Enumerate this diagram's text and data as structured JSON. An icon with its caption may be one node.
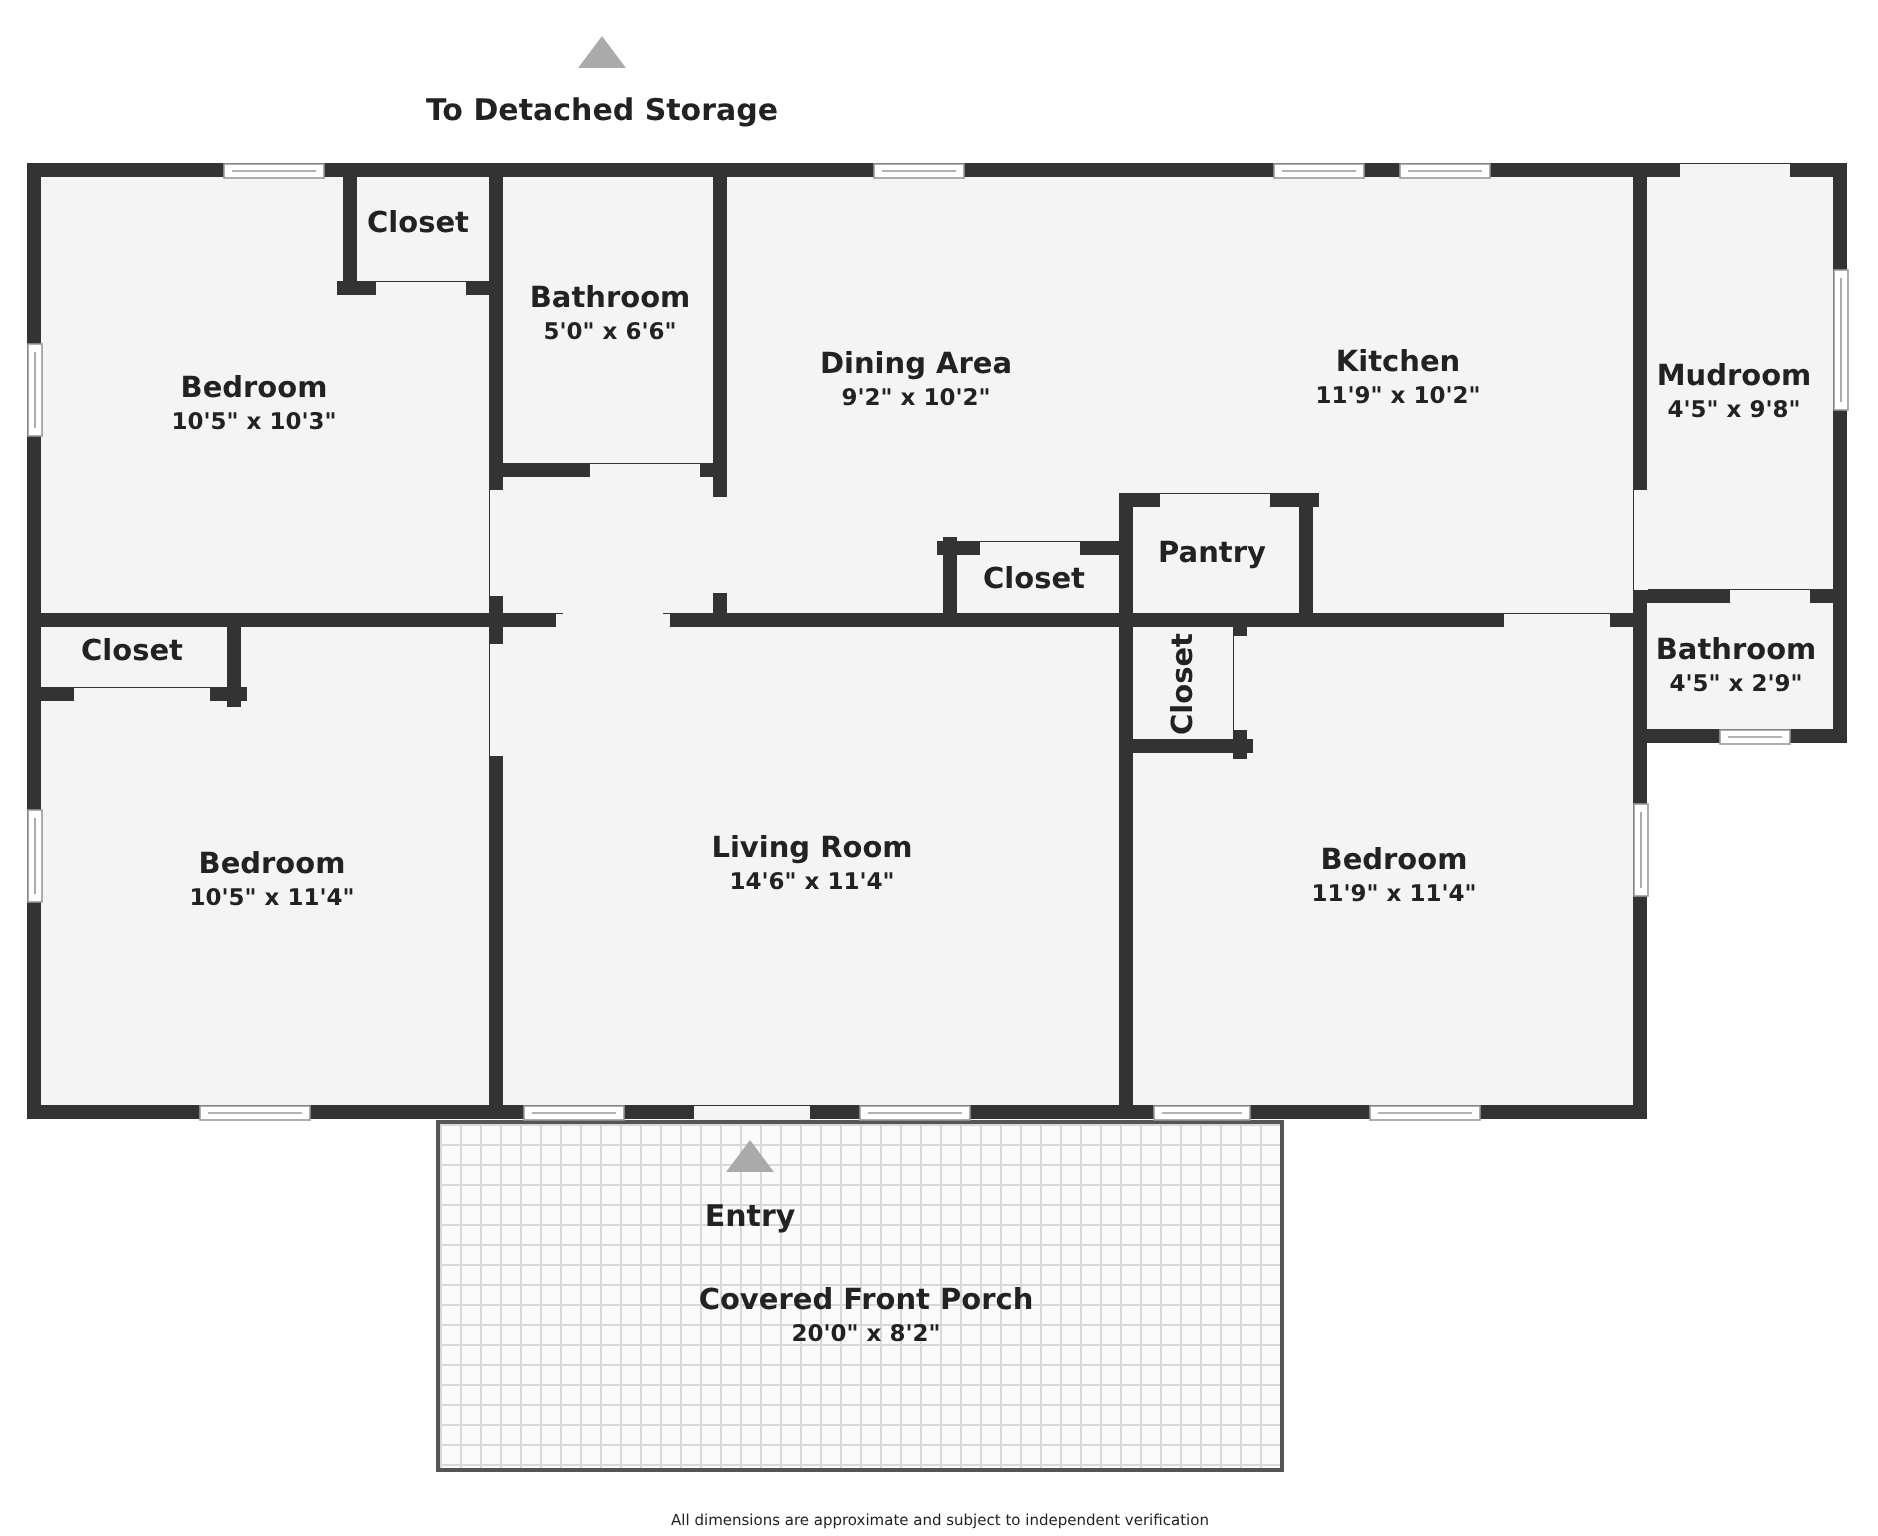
{
  "diagram": {
    "nodes": [
      {
        "text": [
          "Bedroom",
          "10'5\" x 10'3\""
        ]
      },
      {
        "text": [
          "Closet"
        ],
        "in": 0
      },
      {
        "text": [
          "Bathroom",
          "5'0\" x 6'6\""
        ]
      },
      {
        "text": [
          "Dining Area",
          "9'2\" x 10'2\""
        ]
      },
      {
        "text": [
          "Closet"
        ],
        "in": 3
      },
      {
        "text": [
          "Kitchen",
          "11'9\" x 10'2\""
        ]
      },
      {
        "text": [
          "Pantry"
        ],
        "in": 5
      },
      {
        "text": [
          "Mudroom",
          "4'5\" x 9'8\""
        ]
      },
      {
        "text": [
          "Bathroom",
          "4'5\" x 2'9\""
        ]
      },
      {
        "text": [
          "Bedroom",
          "10'5\" x 11'4\""
        ]
      },
      {
        "text": [
          "Closet"
        ],
        "in": 9
      },
      {
        "text": [
          "Living Room",
          "14'6\" x 11'4\""
        ]
      },
      {
        "text": [
          "Bedroom",
          "11'9\" x 11'4\""
        ]
      },
      {
        "text": [
          "Closet"
        ],
        "in": 12
      },
      {
        "text": [
          "Covered Front Porch",
          "20'0\" x 8'2\""
        ]
      }
    ],
    "labels": [
      "To Detached Storage",
      "Entry",
      "All dimensions are approximate and subject to independent verification"
    ]
  }
}
